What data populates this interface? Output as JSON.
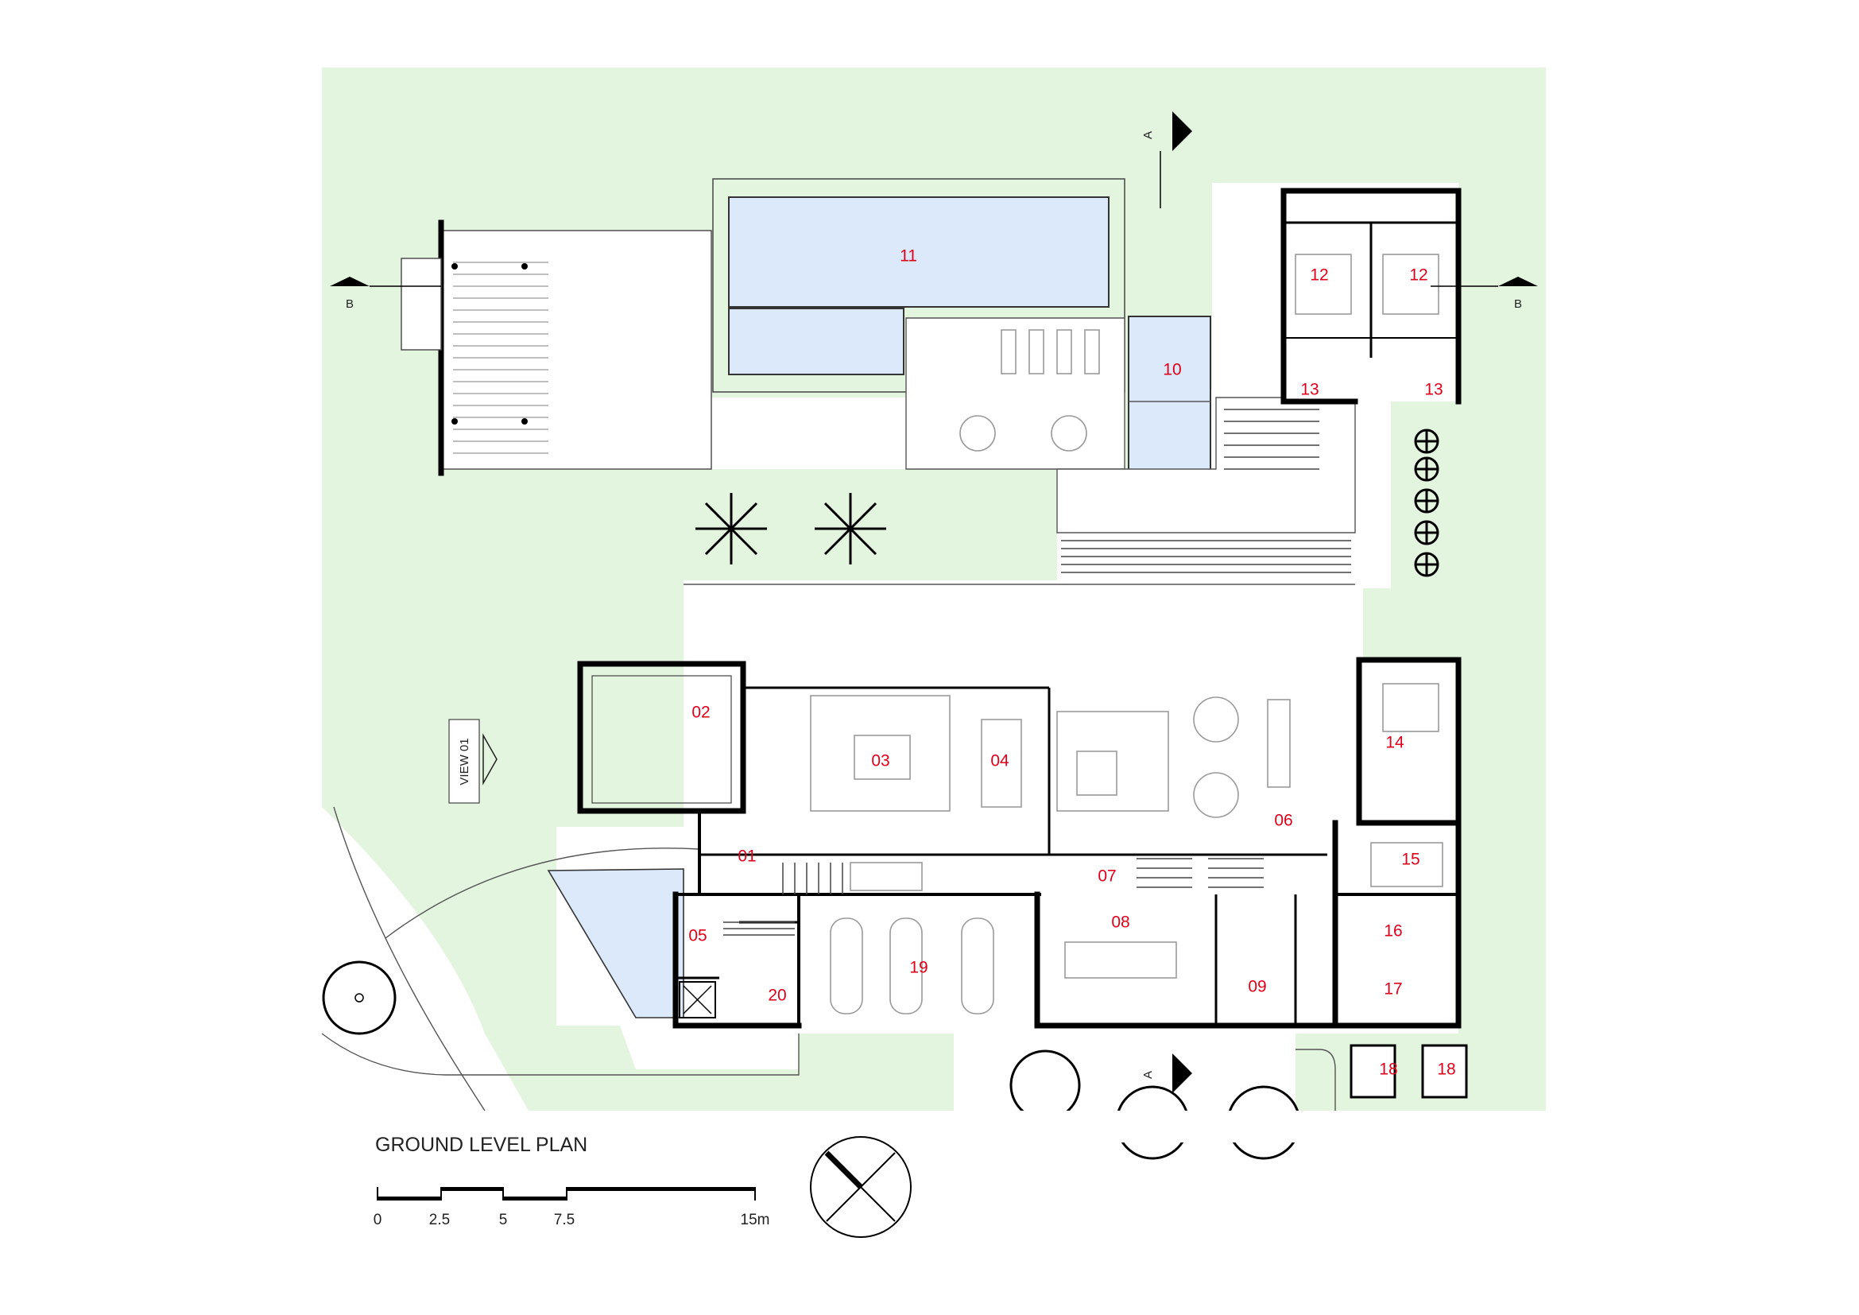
{
  "drawing": {
    "title": "GROUND LEVEL PLAN",
    "view_marker": "VIEW 01",
    "section_a": "A",
    "section_b": "B",
    "scale_labels": [
      "0",
      "2.5",
      "5",
      "7.5",
      "15m"
    ]
  },
  "rooms": {
    "r01": "01",
    "r02": "02",
    "r03": "03",
    "r04": "04",
    "r05": "05",
    "r06": "06",
    "r07": "07",
    "r08": "08",
    "r09": "09",
    "r10": "10",
    "r11": "11",
    "r12a": "12",
    "r12b": "12",
    "r13a": "13",
    "r13b": "13",
    "r14": "14",
    "r15": "15",
    "r16": "16",
    "r17": "17",
    "r18a": "18",
    "r18b": "18",
    "r19": "19",
    "r20": "20"
  },
  "colors": {
    "lawn": "#e3f5df",
    "water": "#dce9fb",
    "label": "#e0001b",
    "wall": "#000000"
  }
}
